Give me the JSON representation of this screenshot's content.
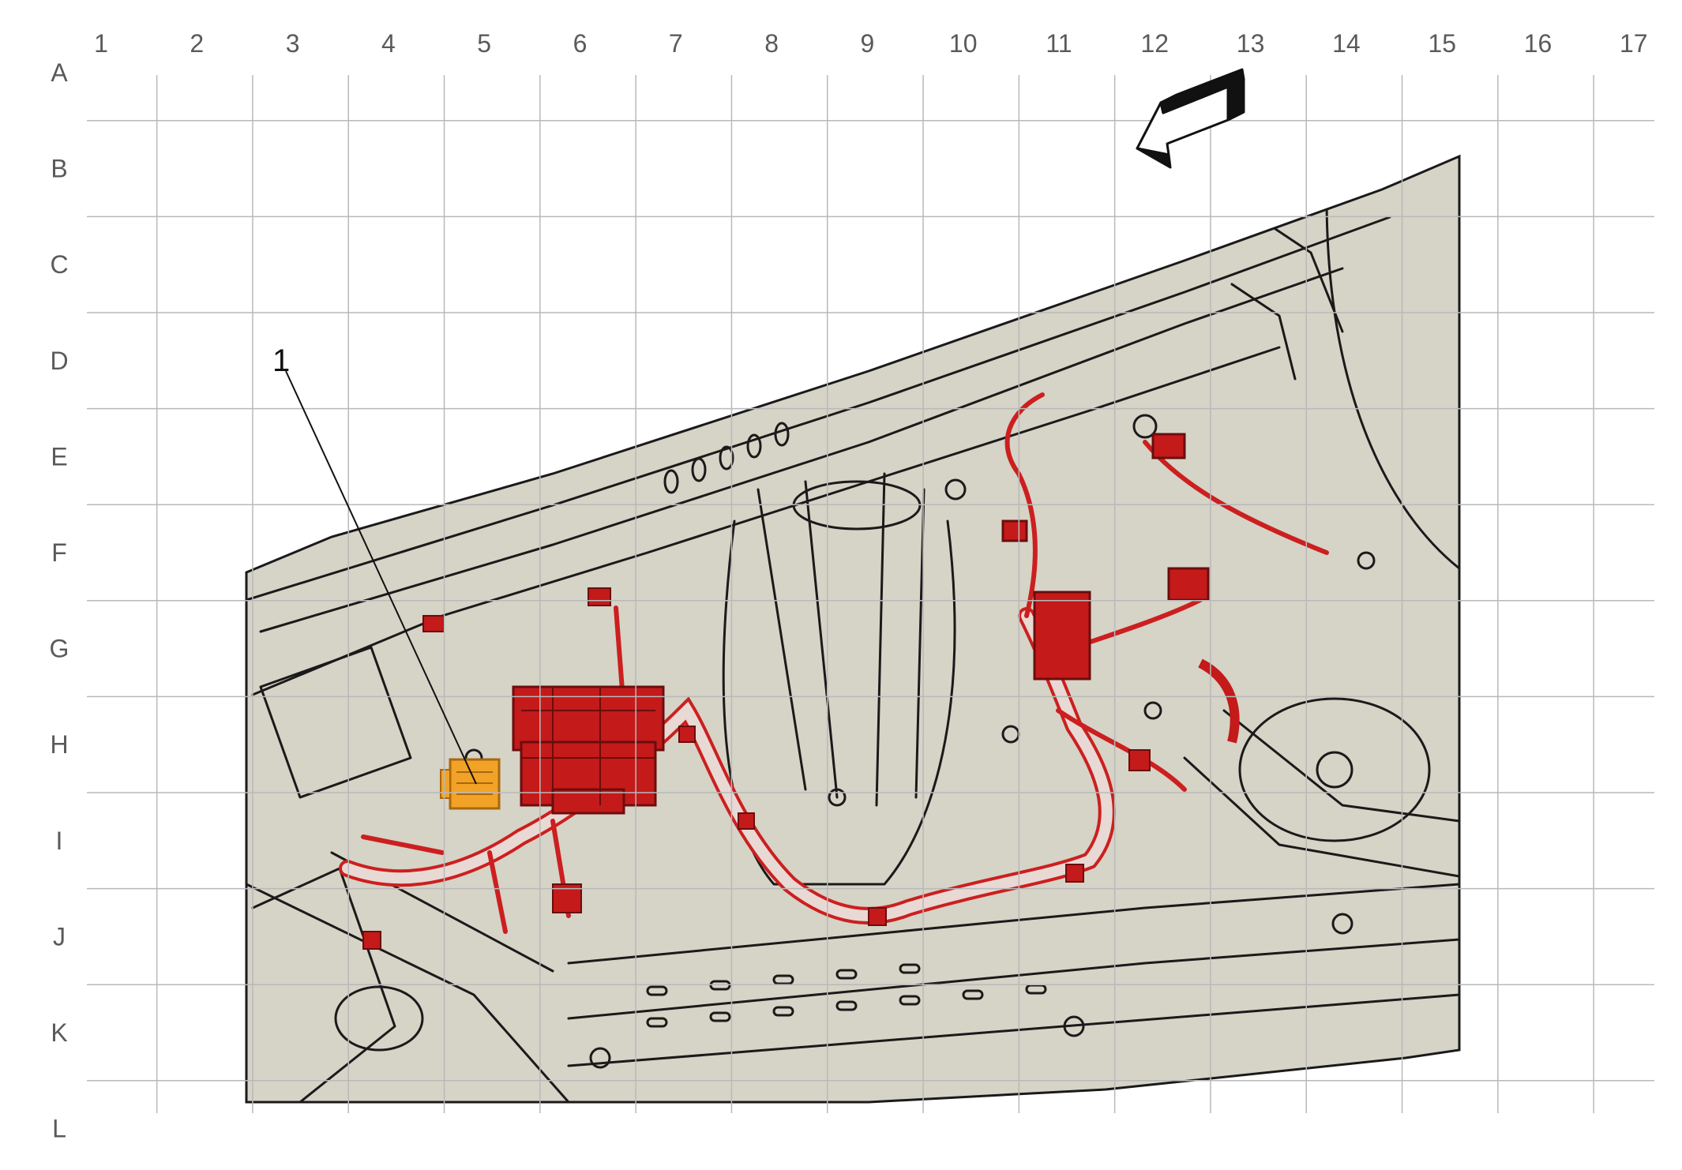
{
  "grid": {
    "columns": [
      "1",
      "2",
      "3",
      "4",
      "5",
      "6",
      "7",
      "8",
      "9",
      "10",
      "11",
      "12",
      "13",
      "14",
      "15",
      "16",
      "17"
    ],
    "rows": [
      "A",
      "B",
      "C",
      "D",
      "E",
      "F",
      "G",
      "H",
      "I",
      "J",
      "K",
      "L"
    ]
  },
  "callouts": [
    {
      "number": "1",
      "target": "highlighted-connector"
    }
  ],
  "colors": {
    "panel_fill": "#d6d3c7",
    "line_art": "#1a1a1a",
    "harness": "#cc1f1f",
    "highlight": "#f2a227",
    "grid_line": "#b9b9b9"
  },
  "icons": [
    "direction-arrow-icon"
  ]
}
